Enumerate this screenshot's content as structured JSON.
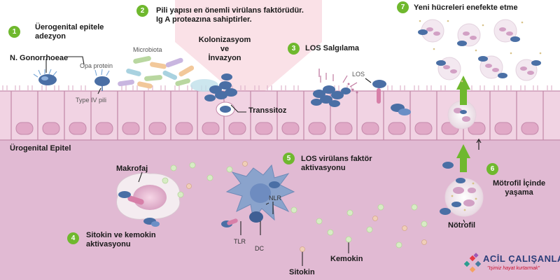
{
  "steps": {
    "s1": {
      "num": "1",
      "line1": "Üerogenital epitele",
      "line2": "adezyon"
    },
    "s2": {
      "num": "2",
      "line1": "Pili yapısı en önemli virülans faktörüdür.",
      "line2": "Ig A proteazına sahiptirler."
    },
    "s3": {
      "num": "3",
      "line1": "LOS Salgılama"
    },
    "s4": {
      "num": "4",
      "line1": "Sitokin ve kemokin",
      "line2": "aktivasyonu"
    },
    "s5": {
      "num": "5",
      "line1": "LOS virülans faktör",
      "line2": "aktivasyonu"
    },
    "s6": {
      "num": "6",
      "line1": "Mötrofil İçinde",
      "line2": "yaşama"
    },
    "s7": {
      "num": "7",
      "line1": "Yeni hücreleri enefekte etme"
    }
  },
  "labels": {
    "gonorrhoeae": "N. Gonorrhoeae",
    "opa_protein": "Opa protein",
    "type_iv_pili": "Type IV pili",
    "microbiota": "Microbiota",
    "kolonizasyom": "Kolonizasyom",
    "ve": "ve",
    "invazyon": "İnvazyon",
    "los": "LOS",
    "transsitoz": "Transsitoz",
    "epitel": "Ürogenital Epitel",
    "makrofaj": "Makrofaj",
    "nlr": "NLR",
    "tlr": "TLR",
    "dc": "DC",
    "sitokin": "Sitokin",
    "kemokin": "Kemokin",
    "notrofil": "Nötrofil"
  },
  "logo": {
    "title": "ACİL ÇALIŞANLARI",
    "subtitle": "\"Işimiz hayat kurtarmak\""
  },
  "colors": {
    "step_badge": "#6fb82e",
    "tissue": "#e6c4d9",
    "epithelium": "#f1d3e3",
    "bacteria": "#4a6fa5",
    "dendritic_cell": "#8aa3cc",
    "arrow": "#6fb82e"
  }
}
